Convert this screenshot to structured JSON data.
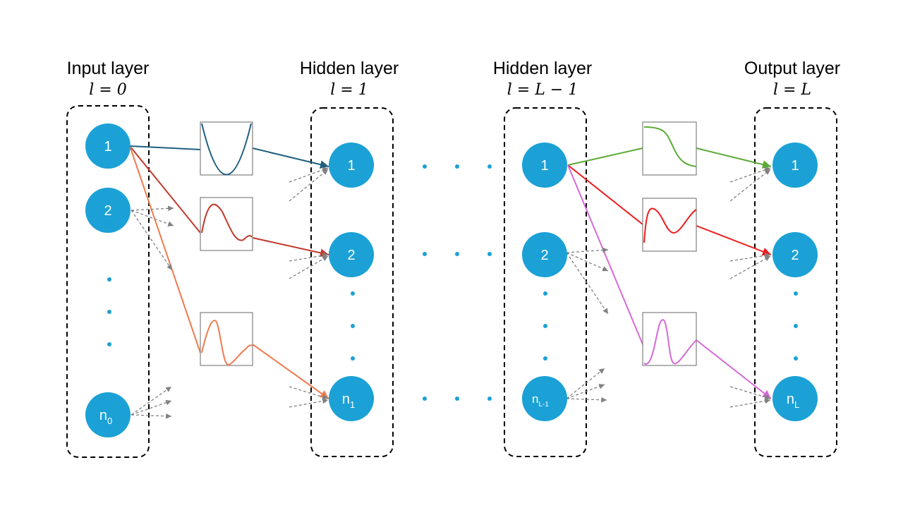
{
  "colors": {
    "node": "#1ba1d6",
    "node_text": "#ffffff",
    "dashed_box": "#000000",
    "dashed_arrow": "#808080",
    "curve_1": "#1f5f7f",
    "curve_2": "#c0392b",
    "curve_3": "#ee7b50",
    "curve_4": "#5aab34",
    "curve_5": "#ee1c1c",
    "curve_6": "#d46ad6"
  },
  "layers": [
    {
      "title": "Input layer",
      "index": "l = 0",
      "nodes": [
        {
          "label": "1",
          "sub": ""
        },
        {
          "label": "2",
          "sub": ""
        },
        {
          "label": "n",
          "sub": "0"
        }
      ]
    },
    {
      "title": "Hidden layer",
      "index": "l = 1",
      "nodes": [
        {
          "label": "1",
          "sub": ""
        },
        {
          "label": "2",
          "sub": ""
        },
        {
          "label": "n",
          "sub": "1"
        }
      ]
    },
    {
      "title": "Hidden layer",
      "index": "l = L − 1",
      "nodes": [
        {
          "label": "1",
          "sub": ""
        },
        {
          "label": "2",
          "sub": ""
        },
        {
          "label": "n",
          "sub": "L-1"
        }
      ]
    },
    {
      "title": "Output layer",
      "index": "l = L",
      "nodes": [
        {
          "label": "1",
          "sub": ""
        },
        {
          "label": "2",
          "sub": ""
        },
        {
          "label": "n",
          "sub": "L"
        }
      ]
    }
  ],
  "activation_icons": [
    {
      "name": "parabola-curve-icon",
      "color_key": "curve_1"
    },
    {
      "name": "damped-wave-curve-icon",
      "color_key": "curve_2"
    },
    {
      "name": "double-peak-curve-icon",
      "color_key": "curve_3"
    },
    {
      "name": "sigmoid-curve-icon",
      "color_key": "curve_4"
    },
    {
      "name": "wave-curve-icon",
      "color_key": "curve_5"
    },
    {
      "name": "gaussian-curve-icon",
      "color_key": "curve_6"
    }
  ]
}
